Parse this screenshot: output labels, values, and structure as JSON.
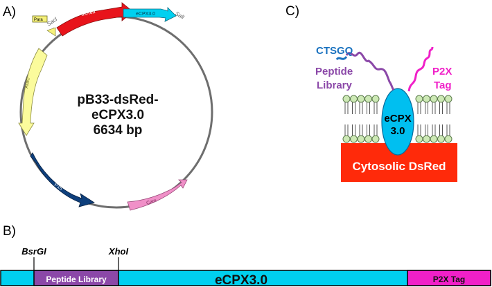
{
  "panels": {
    "a_label": "A)",
    "b_label": "B)",
    "c_label": "C)"
  },
  "plasmid": {
    "name_line1": "pB33-dsRed-",
    "name_line2": "eCPX3.0",
    "size": "6634 bp",
    "features": {
      "para": "Para",
      "dsred": "dsRed",
      "ecpx": "eCPX3.0",
      "arac": "AraC",
      "p15": "P15",
      "cam": "Cam"
    },
    "sites": {
      "saci": "SacI",
      "sali": "SalI"
    }
  },
  "construct": {
    "bsrgi": "BsrGI",
    "xhoi": "XhoI",
    "peptide_library": "Peptide Library",
    "ecpx": "eCPX3.0",
    "p2x_tag": "P2X Tag"
  },
  "membrane": {
    "ctsgq": "CTSGQ",
    "peptide_line1": "Peptide",
    "peptide_line2": "Library",
    "p2x_line1": "P2X",
    "p2x_line2": "Tag",
    "ecpx_line1": "eCPX",
    "ecpx_line2": "3.0",
    "cytosolic": "Cytosolic DsRed"
  },
  "colors": {
    "dsred": "#e8141b",
    "ecpx": "#00d0f0",
    "arac": "#fbfb9c",
    "p15": "#0e3f7c",
    "cam": "#f090c8",
    "para": "#f5f07a",
    "peptide_library": "#8b48a8",
    "p2x_tag": "#f020c8",
    "ctsgq": "#1a72bf",
    "membrane_head": "#cde9b5",
    "cytosol": "#ff2a0a"
  }
}
